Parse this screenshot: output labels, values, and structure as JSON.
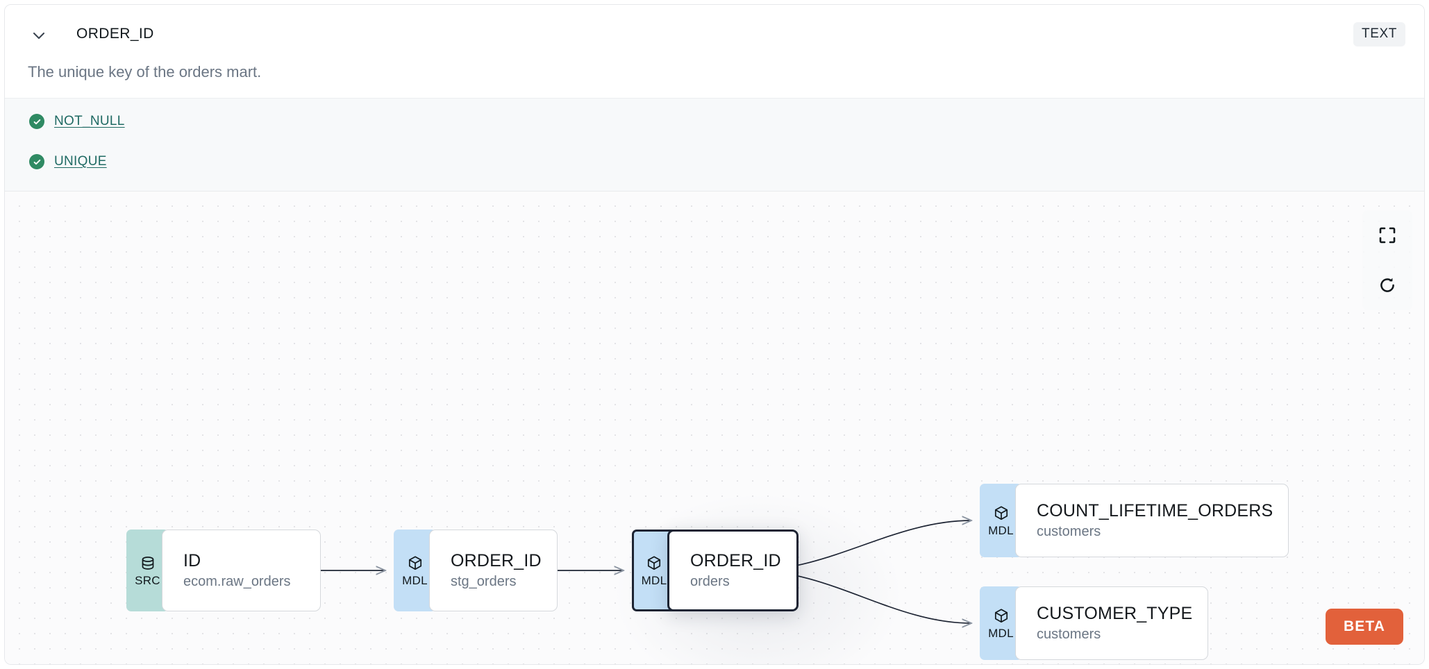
{
  "header": {
    "chevron_icon": "chevron-down-icon",
    "column_name": "ORDER_ID",
    "data_type_badge": "TEXT",
    "description": "The unique key of the orders mart."
  },
  "tests": [
    {
      "icon": "check-circle-icon",
      "label": "NOT_NULL",
      "status": "passed"
    },
    {
      "icon": "check-circle-icon",
      "label": "UNIQUE",
      "status": "passed"
    }
  ],
  "lineage_graph": {
    "nodes": [
      {
        "id": "src",
        "badge": "SRC",
        "badge_icon": "database-icon",
        "title": "ID",
        "subtitle": "ecom.raw_orders",
        "selected": false
      },
      {
        "id": "stg",
        "badge": "MDL",
        "badge_icon": "cube-icon",
        "title": "ORDER_ID",
        "subtitle": "stg_orders",
        "selected": false
      },
      {
        "id": "orders",
        "badge": "MDL",
        "badge_icon": "cube-icon",
        "title": "ORDER_ID",
        "subtitle": "orders",
        "selected": true
      },
      {
        "id": "count",
        "badge": "MDL",
        "badge_icon": "cube-icon",
        "title": "COUNT_LIFETIME_ORDERS",
        "subtitle": "customers",
        "selected": false
      },
      {
        "id": "custype",
        "badge": "MDL",
        "badge_icon": "cube-icon",
        "title": "CUSTOMER_TYPE",
        "subtitle": "customers",
        "selected": false
      }
    ],
    "edges": [
      {
        "from": "src",
        "to": "stg"
      },
      {
        "from": "stg",
        "to": "orders"
      },
      {
        "from": "orders",
        "to": "count"
      },
      {
        "from": "orders",
        "to": "custype"
      }
    ]
  },
  "controls": [
    {
      "icon": "fit-view-icon",
      "name": "fit-view"
    },
    {
      "icon": "refresh-icon",
      "name": "reset-graph"
    }
  ],
  "beta_badge": "BETA",
  "colors": {
    "src_badge": "#b6dcd8",
    "mdl_badge": "#c3dff6",
    "beta": "#e2613b",
    "test_pass": "#2f8a63",
    "test_link": "#1f6a63",
    "selected_border": "#1d2433"
  }
}
